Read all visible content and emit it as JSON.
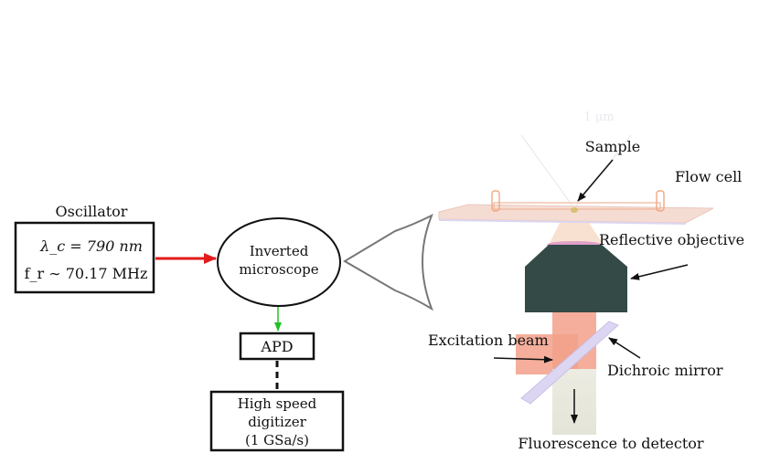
{
  "oscillator": {
    "title": "Oscillator",
    "wavelength": "λ_c = 790 nm",
    "rep_rate": "f_r ∼ 70.17 MHz"
  },
  "microscope": {
    "line1": "Inverted",
    "line2": "microscope"
  },
  "apd": {
    "label": "APD"
  },
  "digitizer": {
    "line1": "High speed",
    "line2": "digitizer",
    "line3": "(1 GSa/s)"
  },
  "optics": {
    "faint_top_label": "1 μm",
    "sample": "Sample",
    "flow_cell": "Flow cell",
    "reflective_objective": "Reflective objective",
    "excitation_beam": "Excitation beam",
    "dichroic_mirror": "Dichroic mirror",
    "fluorescence": "Fluorescence to detector"
  },
  "colors": {
    "laser_arrow": "#e31b1b",
    "signal_arrow": "#22c022",
    "objective": "#334a47",
    "excitation": "#f2a08a",
    "fluorescence": "#e8e8de",
    "flow_cell": "#f3d3c8",
    "mirror": "#d9d2f0"
  }
}
